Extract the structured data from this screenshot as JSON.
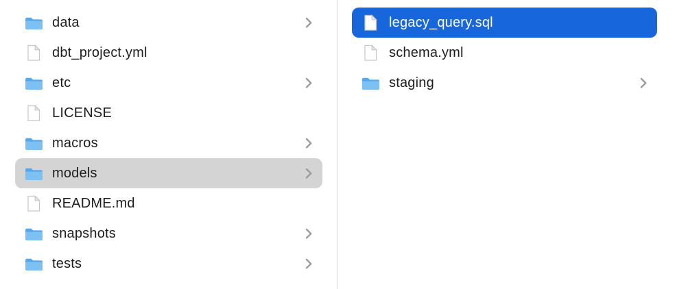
{
  "window": {
    "view": "finder-column-view"
  },
  "colors": {
    "selection_blue": "#1866dc",
    "selection_gray": "#d4d4d4",
    "folder_blue_front": "#7cc0f4",
    "folder_blue_back": "#55a8ec",
    "text_dark": "#1d1d1f",
    "text_selected": "#ffffff",
    "divider": "#d7d7d7",
    "chevron_gray": "#9a9aa0"
  },
  "left_column": {
    "items": [
      {
        "label": "data",
        "icon": "folder-icon",
        "chevron": true,
        "selected": false
      },
      {
        "label": "dbt_project.yml",
        "icon": "document-icon",
        "chevron": false,
        "selected": false
      },
      {
        "label": "etc",
        "icon": "folder-icon",
        "chevron": true,
        "selected": false
      },
      {
        "label": "LICENSE",
        "icon": "document-icon",
        "chevron": false,
        "selected": false
      },
      {
        "label": "macros",
        "icon": "folder-icon",
        "chevron": true,
        "selected": false
      },
      {
        "label": "models",
        "icon": "folder-icon",
        "chevron": true,
        "selected": true
      },
      {
        "label": "README.md",
        "icon": "document-icon",
        "chevron": false,
        "selected": false
      },
      {
        "label": "snapshots",
        "icon": "folder-icon",
        "chevron": true,
        "selected": false
      },
      {
        "label": "tests",
        "icon": "folder-icon",
        "chevron": true,
        "selected": false
      }
    ]
  },
  "right_column": {
    "items": [
      {
        "label": "legacy_query.sql",
        "icon": "document-icon",
        "chevron": false,
        "selected": true
      },
      {
        "label": "schema.yml",
        "icon": "document-icon",
        "chevron": false,
        "selected": false
      },
      {
        "label": "staging",
        "icon": "folder-icon",
        "chevron": true,
        "selected": false
      }
    ]
  }
}
